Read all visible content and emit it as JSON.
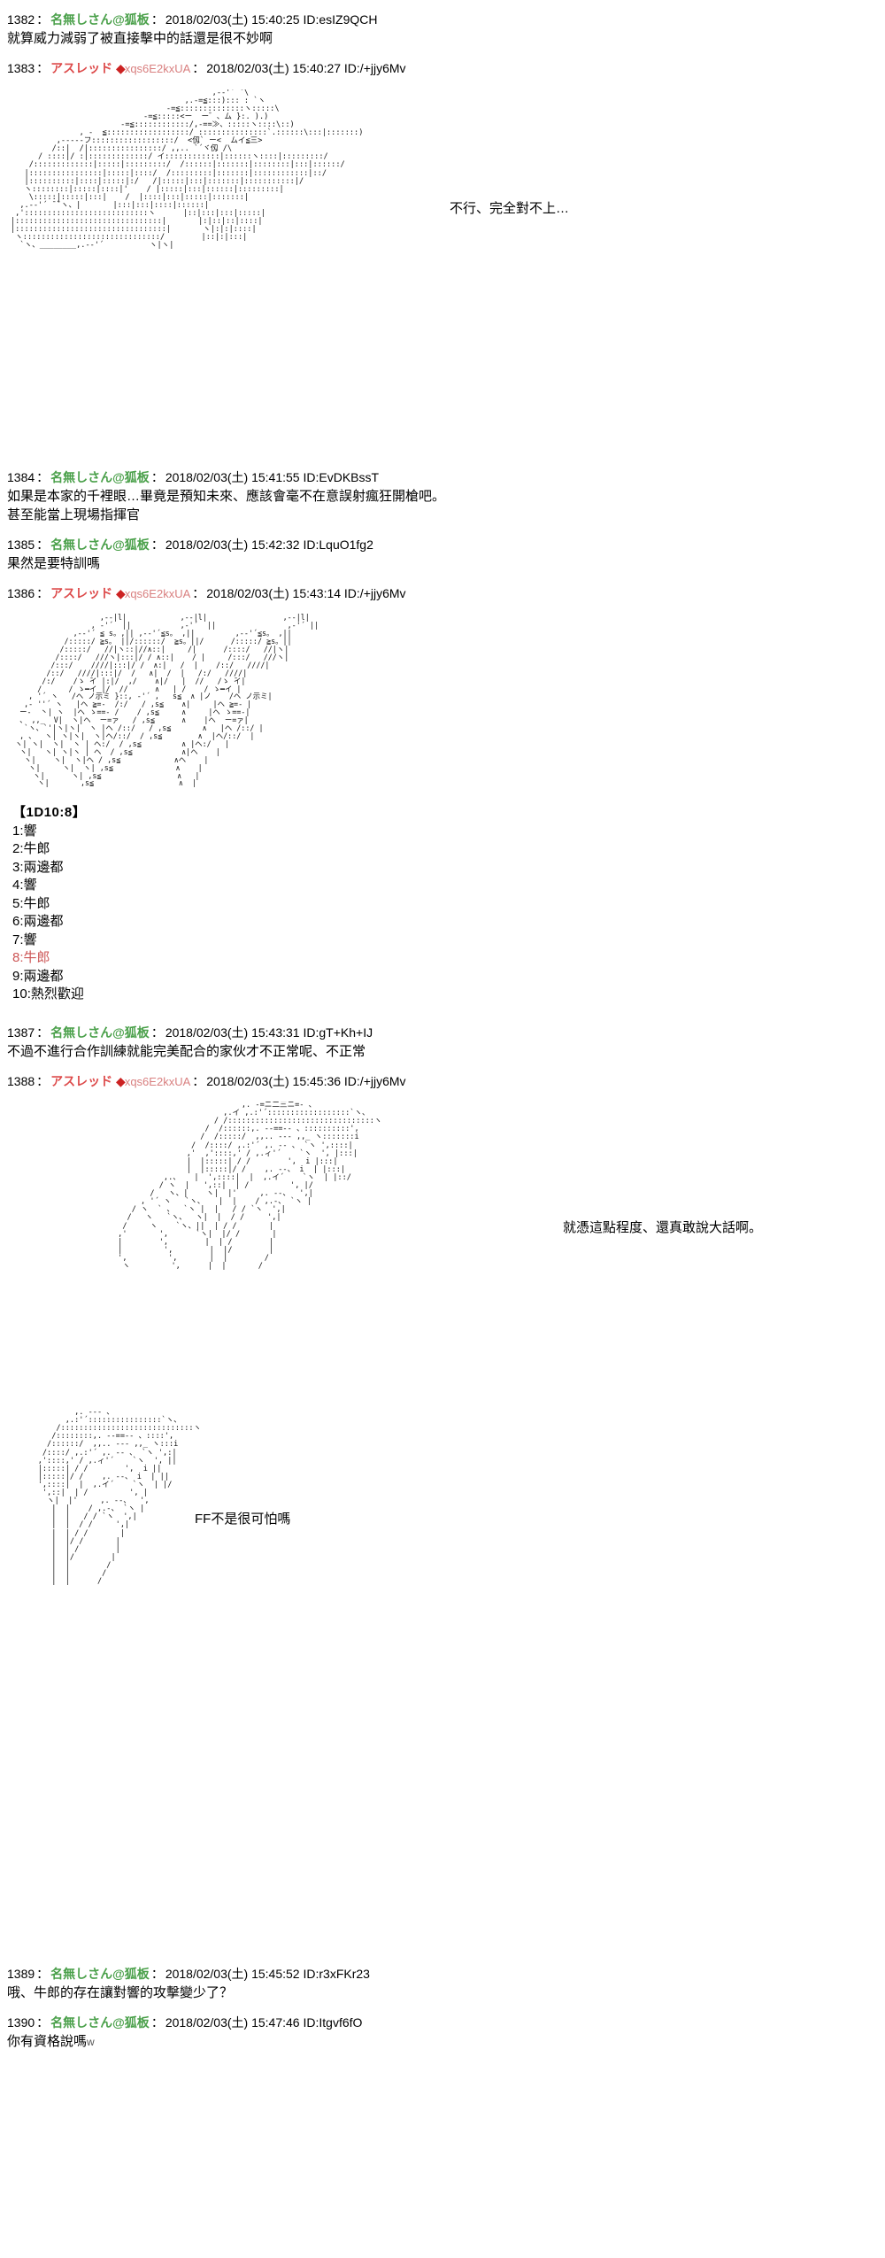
{
  "board": {
    "anon_name": "名無しさん@狐板",
    "trip_name": "アスレッド",
    "trip_diamond": "◆",
    "trip_code": "xqs6E2kxUA",
    "colon": "：",
    "colors": {
      "anon": "#4aa04a",
      "trip": "#dd4b4b",
      "trip_code": "#d98080",
      "dice_hit": "#cc5555",
      "text": "#000000",
      "background": "#ffffff"
    }
  },
  "posts": [
    {
      "num": "1382",
      "author": "名無しさん@狐板",
      "author_type": "anon",
      "date": "2018/02/03(土) 15:40:25",
      "id": "ID:esIZ9QCH",
      "body": "就算威力減弱了被直接擊中的話還是很不妙啊"
    },
    {
      "num": "1383",
      "author": "アスレッド",
      "author_type": "trip",
      "trip_diamond": "◆",
      "trip_code": "xqs6E2kxUA",
      "date": "2018/02/03(土) 15:40:27",
      "id": "ID:/+jjy6Mv",
      "art_dialogue": "不行、完全對不上…"
    },
    {
      "num": "1384",
      "author": "名無しさん@狐板",
      "author_type": "anon",
      "date": "2018/02/03(土) 15:41:55",
      "id": "ID:EvDKBssT",
      "body": "如果是本家的千裡眼…畢竟是預知未來、應該會毫不在意誤射瘋狂開槍吧。\n甚至能當上現場指揮官"
    },
    {
      "num": "1385",
      "author": "名無しさん@狐板",
      "author_type": "anon",
      "date": "2018/02/03(土) 15:42:32",
      "id": "ID:LquO1fg2",
      "body": "果然是要特訓嗎"
    },
    {
      "num": "1386",
      "author": "アスレッド",
      "author_type": "trip",
      "trip_diamond": "◆",
      "trip_code": "xqs6E2kxUA",
      "date": "2018/02/03(土) 15:43:14",
      "id": "ID:/+jjy6Mv"
    },
    {
      "num": "1387",
      "author": "名無しさん@狐板",
      "author_type": "anon",
      "date": "2018/02/03(土) 15:43:31",
      "id": "ID:gT+Kh+IJ",
      "body": "不過不進行合作訓練就能完美配合的家伙才不正常呢、不正常"
    },
    {
      "num": "1388",
      "author": "アスレッド",
      "author_type": "trip",
      "trip_diamond": "◆",
      "trip_code": "xqs6E2kxUA",
      "date": "2018/02/03(土) 15:45:36",
      "id": "ID:/+jjy6Mv",
      "art_dialogue_1": "就憑這點程度、還真敢說大話啊。",
      "art_dialogue_2": "FF不是很可怕嗎"
    },
    {
      "num": "1389",
      "author": "名無しさん@狐板",
      "author_type": "anon",
      "date": "2018/02/03(土) 15:45:52",
      "id": "ID:r3xFKr23",
      "body": "哦、牛郎的存在讓對響的攻擊變少了？"
    },
    {
      "num": "1390",
      "author": "名無しさん@狐板",
      "author_type": "anon",
      "date": "2018/02/03(土) 15:47:46",
      "id": "ID:Itgvf6fO",
      "body": "你有資格說嗎",
      "body_suffix": "w"
    }
  ],
  "dice": {
    "title": "【1D10:8】",
    "result": 8,
    "options": [
      {
        "index": "1",
        "label": "響"
      },
      {
        "index": "2",
        "label": "牛郎"
      },
      {
        "index": "3",
        "label": "兩邊都"
      },
      {
        "index": "4",
        "label": "響"
      },
      {
        "index": "5",
        "label": "牛郎"
      },
      {
        "index": "6",
        "label": "兩邊都"
      },
      {
        "index": "7",
        "label": "響"
      },
      {
        "index": "8",
        "label": "牛郎"
      },
      {
        "index": "9",
        "label": "兩邊都"
      },
      {
        "index": "10",
        "label": "熱烈歡迎"
      }
    ]
  },
  "art": {
    "post1383": "                                            ,--'´ ̄`\\\n                                      ,.-=≦:::)::: : `ヽ\n                                  -=≦::::::::::::::ヽ:::::\\\n                             -=≦:::::<ー  ー゛、ム }:. ).)\n                        -=≦::::::::::::/,-==≫、:::::ヽ::::\\::)\n               , -  ≦::::::::::::::::::/ :::::::::::::::`.::::::\\:::|:::::::)\n          ,-‐‐‐‐フ::::::::::::::::::/  <仭` ー<  ムイ≦三>\n         /::|  /|::::::::::::::::/ ,,.. `´ヾ仭 /\\\n      / ::::|/ :|:::::::::::::/ イ::::::::::::|::::::ヽ::::|:::::::::/\n    /:::::::::::::|:::::|:::::::::/  /::::::|:::::::|::::::::|:::|::::::/\n   |::::::::::::::::|:::::|::::/  /:::::::::|:::::::|::::::::::::|::/\n   |::::::::::|::::|:::::|:/   /|:::::|:::|:::::::|:::::::::::|/\n   ヽ::::::::|:::::|::::|'    / |:::::|:::|::::::|:::::::::|\n    \\:::::|:::::|:::|    /  |::::|:::|:::::|:::::::|\n  ,.-‐'´ ̄ ̄`ヽ、|       |:::|:::|::::|::::::|\n ,':::::::::::::::::::::::::::ヽ      |::|:::|:::|:::::|\n|::::::::::::::::::::::::::::::::|       |:|::|::|::::|\n|:::::::::::::::::::::::::::::::::|       ヽ|:|:|::::|\n ヽ::::::::::::::::::::::::::::::/        |::|:|:::|\n  `ヽ、________,.-‐'´          ヽ|ヽ|",
    "post1386": "                    ,-‐|l|            ,-‐|l|                 ,-‐|l|\n                  , ‐'´  ||           ,‐'´  ||                ,‐'´ ||\n              ,-‐'´ ≦ s。,|| ,-‐'´≦s。 ,||         ,-‐'´≦s。 ,||\n            /:::::/ ≧s。 ||/::::::/  ≧s。||/      /:::::/ ≧s。||\n           /:::::/   //|ヽ::|//∧::|     /|      /::::/   //|ヽ|\n          /::::/   ///ヽ|:::|/ / ∧::|    / |     /:::/   ///ヽ|\n         /:::/    ////|:::|/ /  ∧:|   /  |    /::/   ////|\n        /::/   ////|:::|/  /   ∧|  /  |   /:/   ////|\n       /:/    /ゝ ̄イ |:|/  ,/    ∧|/   |  //   /ゝ ̄イ|\n      /      / ゝ━イ |/  //      ∧   | /    / ゝ━イ |\n    , '´ ヽ   /ヘ ノ示ミ }::, ‐'´ ,   s≦  ∧ |ノ    /ヘ ノ示ミ|\n   ,- ''´ ヽ   |ヘ ≧=-  /:/   / ,s≦    ∧|     |ヘ ≧=- |\n  ー‐  丶| ヽ  |ヘ ゝ==- /    / ,s≦     ∧     |ヘ ゝ==-|\n  、 ,,_  V|  ヽ|ヘ  ー=ァ   / ,s≦      ∧    |ヘ  ー=ァ|\n   `ヽ、`'|ヽ|ヽ|  ヽ |ヘ /::/   / ,s≦       ∧   |ヘ /::/ |\n  , 、  ヽ| ヽ|ヽ|  ヽ|ヘ/::/  / ,s≦        ∧  |ヘ/::/  |\n ヽ| ヽ|  ヽ|  ヽ | ヘ:/  / ,s≦         ∧ |ヘ:/   |\n  ヽ|   ヽ| ヽ|ヽ | ヘ  / ,s≦           ∧|ヘ    |\n   ヽ|    ヽ|  ヽ|ヘ / ,s≦            ∧ヘ    |\n    ヽ|     ヽ|  ヽ| ,s≦              ∧    |\n     ヽ|      ヽ| ,s≦                 ∧   |\n      ヽ|       ,s≦                   ∧  |",
    "post1388_a": "                            ,. ‐=ニ二三ニ=‐ 、\n                        ,.イ ,.:'´::::::::::::::::::`ヽ、\n                      / /::::::::::::::::::::::::::::::::ヽ\n                    /  /::::::,. -‐==‐- 、::::::::::',\n                   /  /:::::/  ,,.. -‐- ,,_ ヽ:::::::i\n                 /  /::::/ ,.:'´ ,. ‐- 、 `ヽ ',::::|\n                ,'  ,'::::,' / ,.ィ'´    `ヽ  ', |:::|\n                |  |:::::| / /        ',  i |:::|\n                |  |:::::|/ /    ,. ‐-、 i  | |:::|\n           ,.、   |  ',::::|  |  ,.イ´    `ヽ  | |::/\n          / ヽ  |   ',::|  | /         ', |/\n        /   ヽ、|    ヽ|  |'     ,. --、  ',|\n      , '´ ヽ   `ヽ、   |  |    / ,.-、 `ヽ |\n    / ヽ  ` 、  `ヽ |  |   / / `ヽ  ',|\n   /   ヽ   `ヽ、  ヽ|  |  / /     ',|\n  /     ヽ    `ヽ、||  | / /       |\n ,'       ',      `ヽ|  |/ /       |\n |        ',        |  | /        |\n |         ',        |  |/        |\n ',         ',       |  |        /\n  ヽ         ',      |  |       /",
    "post1388_b": "            ,. ‐‐- 、\n          ,.:'´::::::::::::::::`ヽ、\n        /:::::::::::::::::::::::::::::ヽ\n       /::::::::,. -‐==‐- 、::::',\n      /::::::/  ,,.. -‐- ,,_ ヽ:::i\n     /::::/ ,.:'´ ,. ‐- 、 `ヽ ',:|\n    ,'::::,' / ,.ィ'´    `ヽ  ', ||\n    |:::::| / /        ',  i ||\n    |:::::|/ /    ,. ‐-、 i  | ||\n    ',::::|  |  ,.イ´    `ヽ  | |/\n     ',::|  | /         ', |\n      ヽ|  |'     ,. --、  ',\n       |  |    / ,.-、 `ヽ |\n       |  |   / / `ヽ  ',|\n       |  |  / /     ',|\n       |  | / /       |\n       |  |/ /       |\n       |  | /        |\n       |  |/        |\n       |  |        /\n       |  |       /\n       |  |      /"
  }
}
